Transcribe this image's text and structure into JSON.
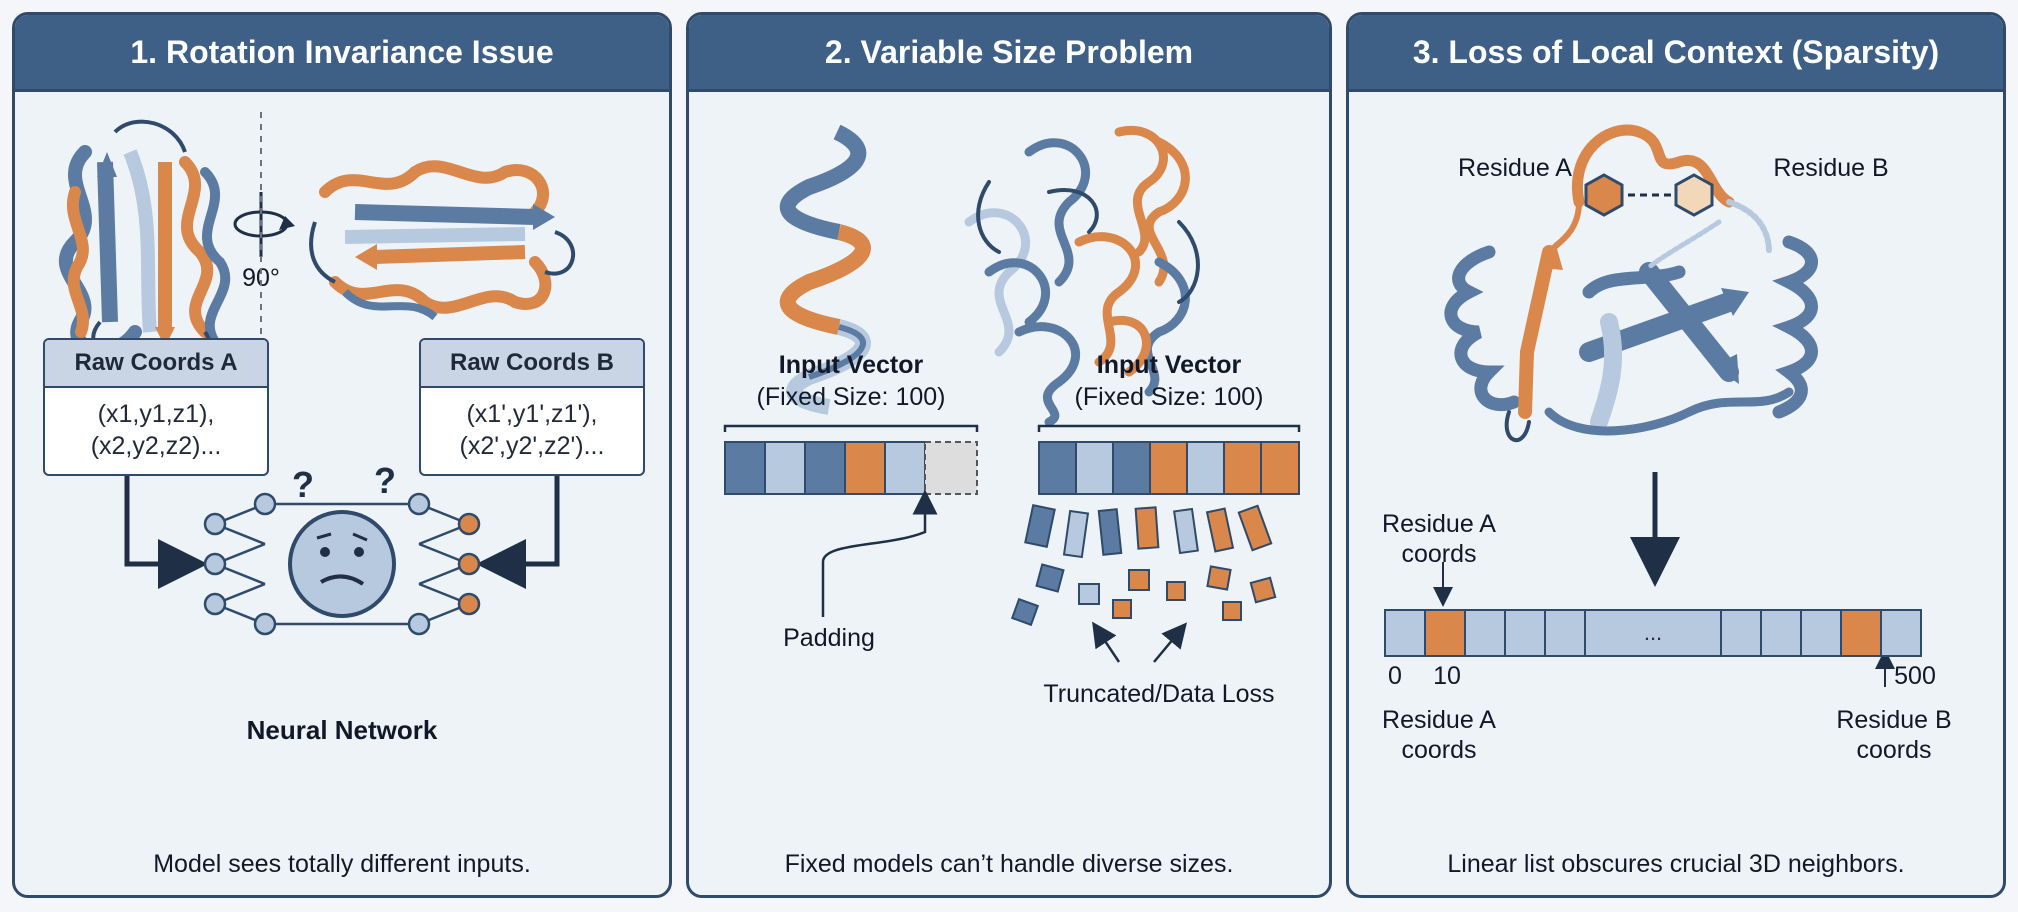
{
  "panels": [
    {
      "title": "1. Rotation Invariance Issue",
      "rotation_label": "90°",
      "coords_a": {
        "title": "Raw Coords A",
        "line1": "(x1,y1,z1),",
        "line2": "(x2,y2,z2)..."
      },
      "coords_b": {
        "title": "Raw Coords B",
        "line1": "(x1',y1',z1'),",
        "line2": "(x2',y2',z2')..."
      },
      "network_label": "Neural Network",
      "question_marks": [
        "?",
        "?"
      ],
      "caption": "Model sees totally different inputs."
    },
    {
      "title": "2. Variable Size Problem",
      "vector_left": {
        "title": "Input Vector",
        "subtitle": "(Fixed Size: 100)",
        "cells": [
          "blue",
          "light",
          "blue",
          "orange",
          "light",
          "pad"
        ]
      },
      "vector_right": {
        "title": "Input Vector",
        "subtitle": "(Fixed Size: 100)",
        "cells": [
          "blue",
          "light",
          "blue",
          "orange",
          "light",
          "orange",
          "orange"
        ]
      },
      "padding_label": "Padding",
      "truncated_label": "Truncated/Data Loss",
      "caption": "Fixed models can’t handle diverse sizes."
    },
    {
      "title": "3. Loss of Local Context (Sparsity)",
      "residue_a_label": "Residue A",
      "residue_b_label": "Residue B",
      "top_label": {
        "line1": "Residue A",
        "line2": "coords"
      },
      "bottom_left_label": {
        "line1": "Residue A",
        "line2": "coords"
      },
      "bottom_right_label": {
        "line1": "Residue B",
        "line2": "coords"
      },
      "index_start": "0",
      "index_a": "10",
      "index_end": "500",
      "ellipsis": "...",
      "cells": [
        "light",
        "orange",
        "light",
        "light",
        "light",
        "dots",
        "light",
        "light",
        "light",
        "orange",
        "light"
      ],
      "caption": "Linear list obscures crucial 3D neighbors."
    }
  ],
  "colors": {
    "navy": "#2f4a6b",
    "header": "#3e5f86",
    "blue": "#5b7ba3",
    "light_blue": "#b7c9de",
    "orange": "#d9874a",
    "pad_gray": "#dddddd"
  }
}
